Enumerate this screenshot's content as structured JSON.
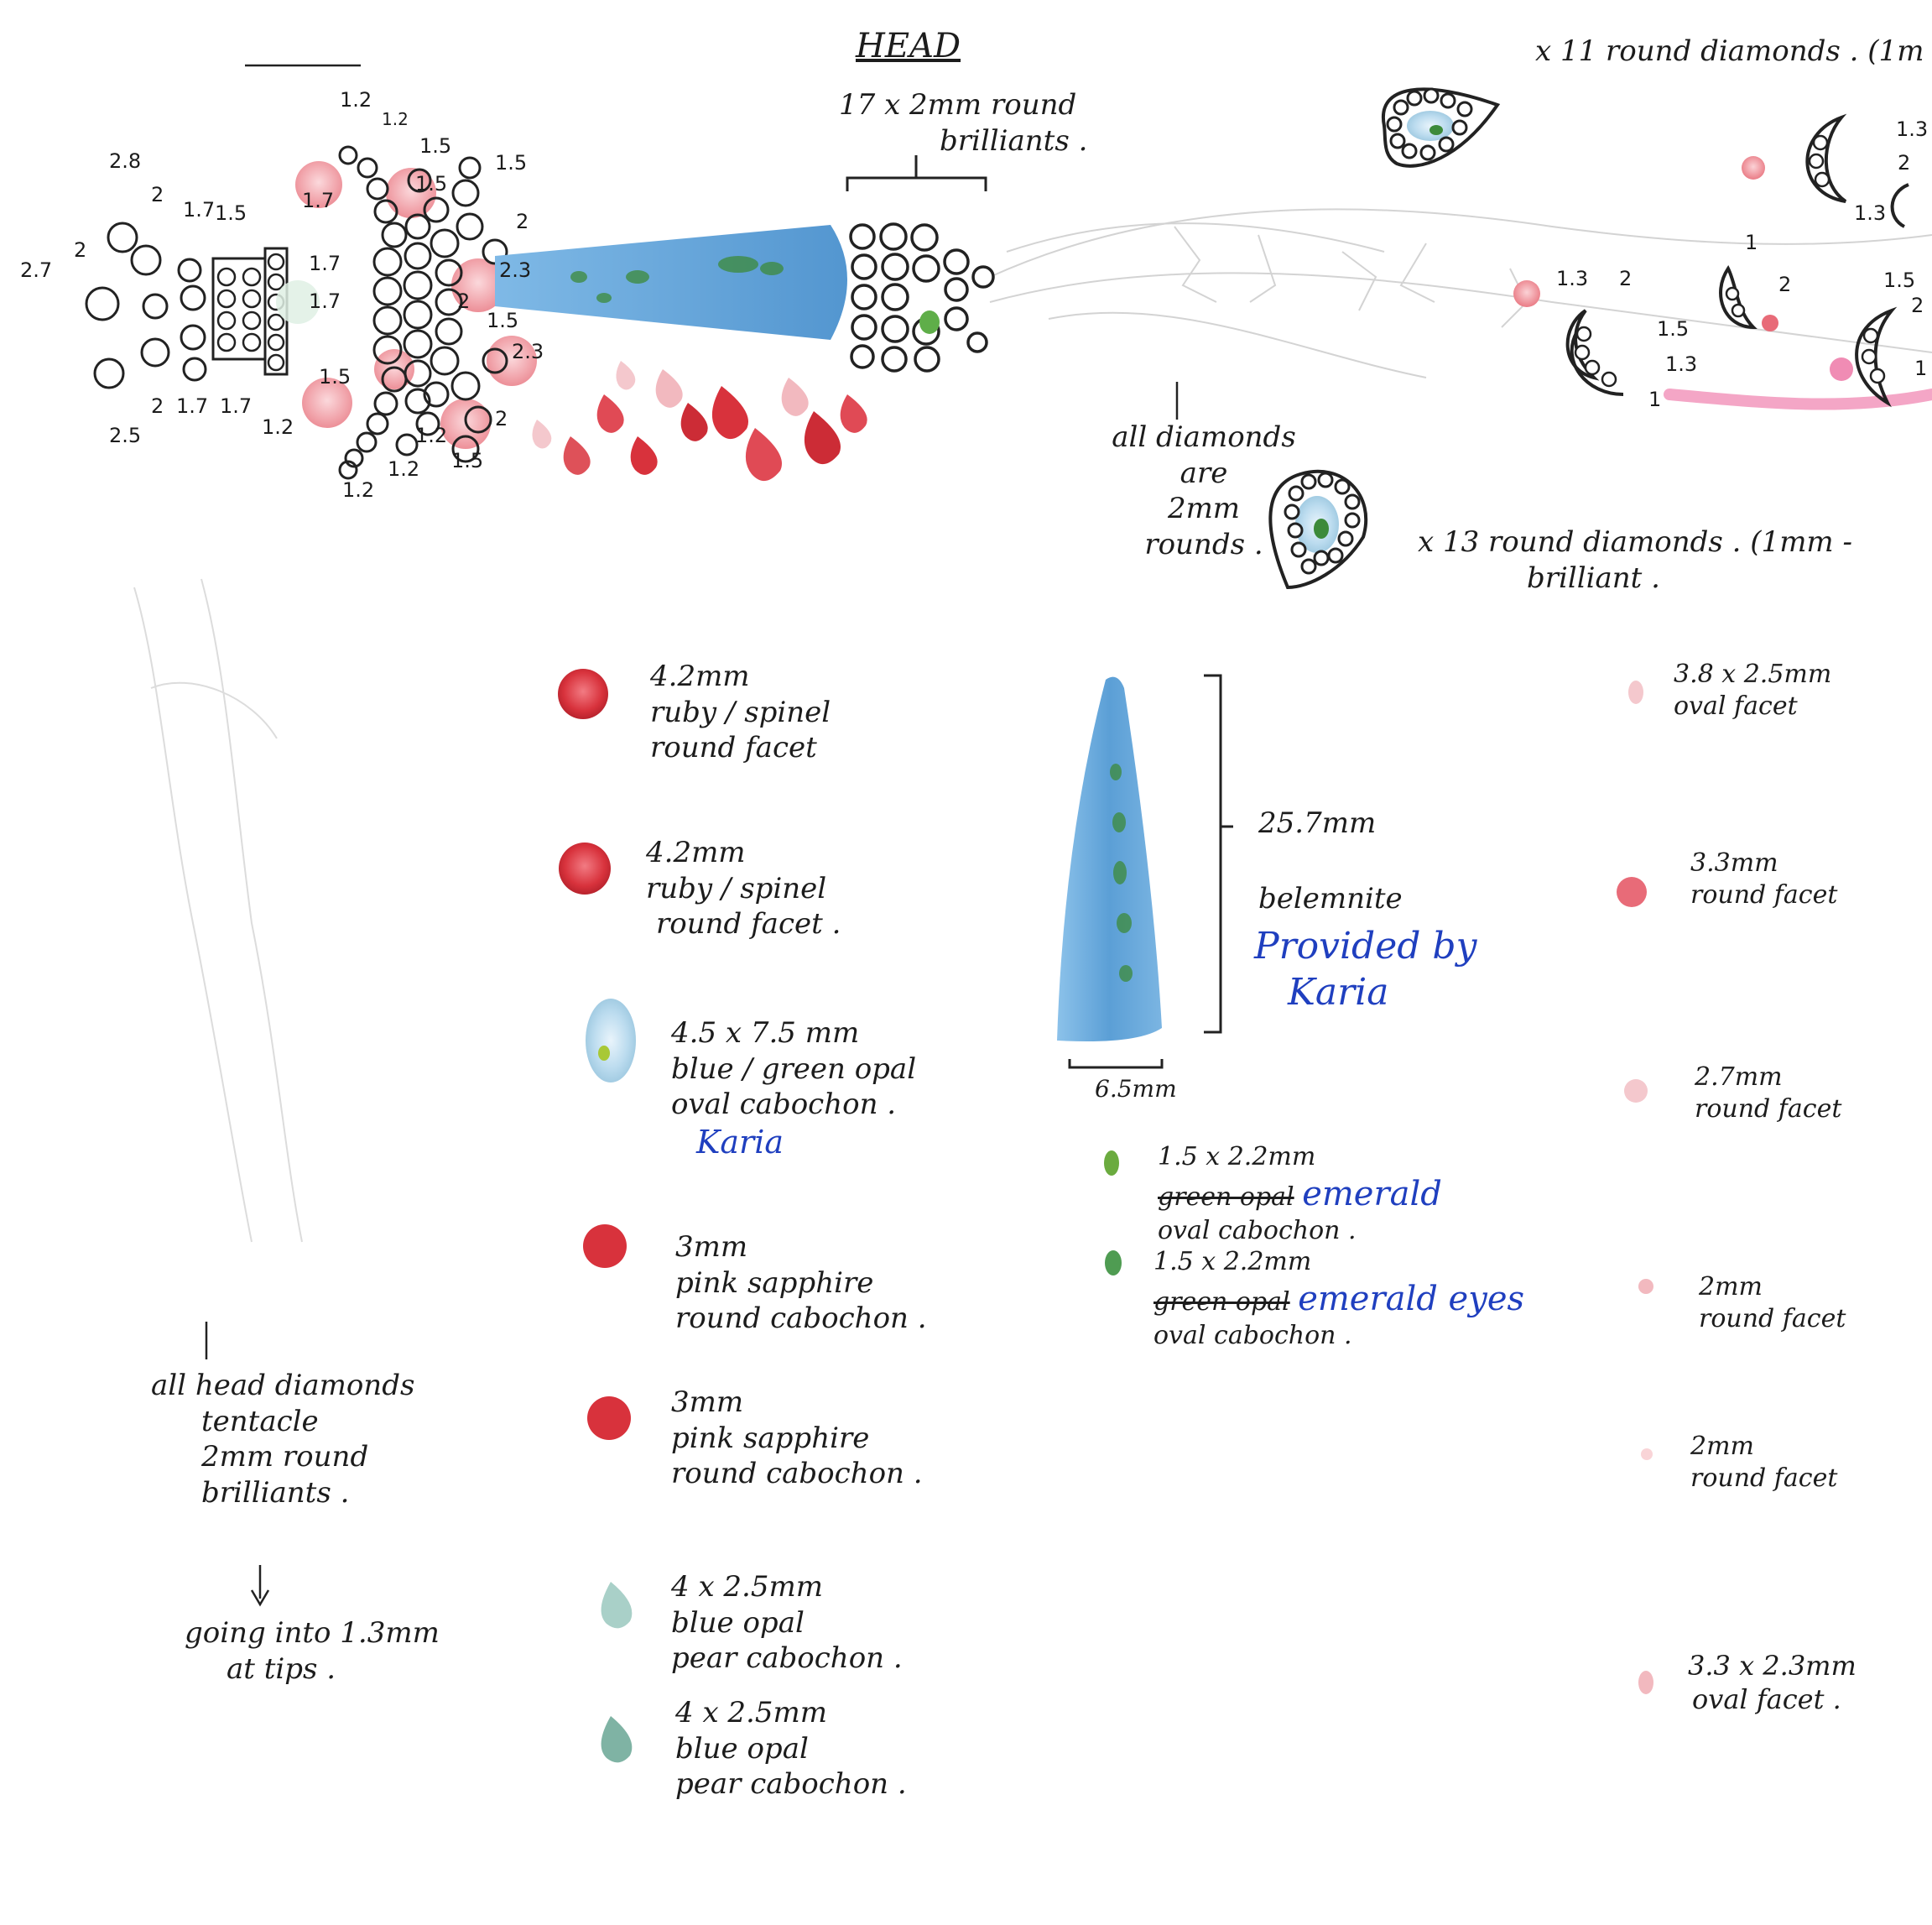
{
  "colors": {
    "ruby": "#d8323c",
    "pink": "#e86b78",
    "belemnite": "#5b9fd6",
    "opal_green": "#3c8a3a",
    "ink": "#1c1c1c",
    "blue_ink": "#1f3fbf",
    "tentacle_pink": "#f08cb4"
  },
  "head": {
    "title": "HEAD",
    "note": "17 x 2mm round brilliants .",
    "note_lines": [
      "17 x 2mm round",
      "brilliants ."
    ]
  },
  "cluster_sizes": {
    "left": [
      "2.8",
      "2",
      "1.7",
      "1.5",
      "2.7",
      "2",
      "2",
      "1.7",
      "1.7",
      "2.5",
      "1.2"
    ],
    "top": [
      "1.2",
      "1.2",
      "1.5",
      "1.5",
      "1.5",
      "2",
      "2.3",
      "1.7",
      "1.7",
      "1.7"
    ],
    "bottom": [
      "1.5",
      "2",
      "1.5",
      "2.3",
      "2",
      "1.5",
      "1.2",
      "1.2",
      "1.2"
    ]
  },
  "top_right_note": "x 11 round diamonds . (1m",
  "drop_right_sizes": [
    "1.3",
    "2",
    "1.3",
    "1",
    "1.3",
    "2",
    "1.5",
    "1.3",
    "1",
    "2",
    "1.5",
    "2",
    "1"
  ],
  "all_diamonds_note": [
    "all diamonds",
    "are",
    "2mm",
    "rounds ."
  ],
  "x13_note": [
    "x 13 round diamonds . (1mm -",
    "brilliant ."
  ],
  "head_diamonds_note": [
    "all head diamonds",
    "tentacle",
    "2mm round",
    "brilliants ."
  ],
  "arrow_note": [
    "going into 1.3mm",
    "at tips ."
  ],
  "stones_left": [
    {
      "lines": [
        "4.2mm",
        "ruby / spinel",
        "round facet"
      ]
    },
    {
      "lines": [
        "4.2mm",
        "ruby / spinel",
        "round facet ."
      ]
    },
    {
      "lines": [
        "4.5 x 7.5 mm",
        "blue / green opal",
        "oval cabochon ."
      ],
      "blue": "Karia"
    },
    {
      "lines": [
        "3mm",
        "pink sapphire",
        "round cabochon ."
      ]
    },
    {
      "lines": [
        "3mm",
        "pink sapphire",
        "round cabochon ."
      ]
    },
    {
      "lines": [
        "4 x 2.5mm",
        "blue opal",
        "pear cabochon ."
      ]
    },
    {
      "lines": [
        "4 x 2.5mm",
        "blue opal",
        "pear cabochon ."
      ]
    }
  ],
  "belemnite": {
    "length": "25.7mm",
    "name": "belemnite",
    "provided_by": [
      "Provided by",
      "Karia"
    ],
    "width": "6.5mm"
  },
  "emeralds": [
    {
      "size": "1.5 x 2.2mm",
      "struck": "green opal",
      "blue": "emerald",
      "end": "oval cabochon ."
    },
    {
      "size": "1.5 x 2.2mm",
      "struck": "green opal",
      "blue": "emerald eyes",
      "end": "oval cabochon ."
    }
  ],
  "stones_right": [
    {
      "lines": [
        "3.8 x 2.5mm",
        "oval facet"
      ]
    },
    {
      "lines": [
        "3.3mm",
        "round facet"
      ]
    },
    {
      "lines": [
        "2.7mm",
        "round facet"
      ]
    },
    {
      "lines": [
        "2mm",
        "round facet"
      ]
    },
    {
      "lines": [
        "2mm",
        "round facet"
      ]
    },
    {
      "lines": [
        "3.3 x 2.3mm",
        "oval facet ."
      ]
    }
  ]
}
